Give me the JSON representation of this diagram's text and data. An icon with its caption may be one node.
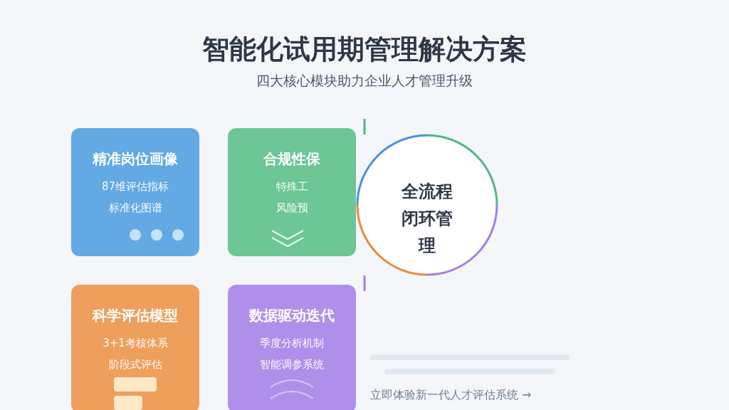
{
  "diagram": {
    "title": "智能化试用期管理解决方案",
    "nodes": [
      {
        "text": [
          "精准岗位画像",
          "87维评估指标",
          "标准化图谱"
        ]
      },
      {
        "text": [
          "合规性保",
          "特殊工",
          "风险预"
        ]
      },
      {
        "text": [
          "全流程闭环管理"
        ]
      },
      {
        "text": [
          "科学评估模型",
          "3+1考核体系",
          "阶段式评估"
        ]
      },
      {
        "text": [
          "数据驱动迭代",
          "季度分析机制",
          "智能调参系统"
        ]
      }
    ],
    "labels": [
      "四大核心模块助力企业人才管理升级",
      "立即体验新一代人才评估系统 →"
    ]
  }
}
